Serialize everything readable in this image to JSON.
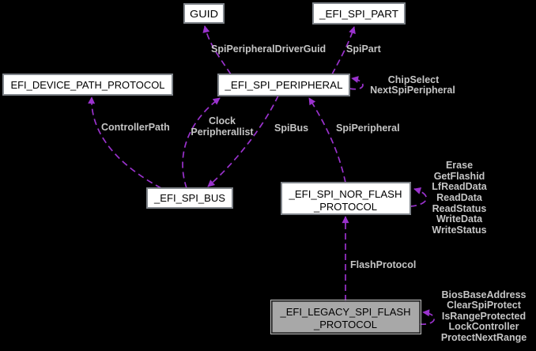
{
  "colors": {
    "background": "#000000",
    "edge": "#9a32cd",
    "edge_label": "#c5c5c5",
    "node_fill": "#ffffff",
    "node_border": "#7f848a",
    "node_text": "#000000",
    "current_node_fill": "#a8a8a8"
  },
  "nodes": {
    "guid": {
      "label": "GUID"
    },
    "spi_part": {
      "label": "_EFI_SPI_PART"
    },
    "device_path_protocol": {
      "label": "EFI_DEVICE_PATH_PROTOCOL"
    },
    "spi_peripheral": {
      "label": "_EFI_SPI_PERIPHERAL"
    },
    "spi_bus": {
      "label": "_EFI_SPI_BUS"
    },
    "spi_nor_flash_protocol": {
      "label_line1": "_EFI_SPI_NOR_FLASH",
      "label_line2": "_PROTOCOL"
    },
    "legacy_spi_flash_protocol": {
      "label_line1": "_EFI_LEGACY_SPI_FLASH",
      "label_line2": "_PROTOCOL"
    }
  },
  "edge_labels": {
    "spi_peripheral_driver_guid": "SpiPeripheralDriverGuid",
    "spi_part": "SpiPart",
    "chip_select": "ChipSelect",
    "next_spi_peripheral": "NextSpiPeripheral",
    "controller_path": "ControllerPath",
    "clock": "Clock",
    "peripheral_list": "Peripherallist",
    "spi_bus": "SpiBus",
    "spi_peripheral": "SpiPeripheral",
    "flash_protocol": "FlashProtocol",
    "nor_flash_members": [
      "Erase",
      "GetFlashid",
      "LfReadData",
      "ReadData",
      "ReadStatus",
      "WriteData",
      "WriteStatus"
    ],
    "legacy_flash_members": [
      "BiosBaseAddress",
      "ClearSpiProtect",
      "IsRangeProtected",
      "LockController",
      "ProtectNextRange"
    ]
  }
}
